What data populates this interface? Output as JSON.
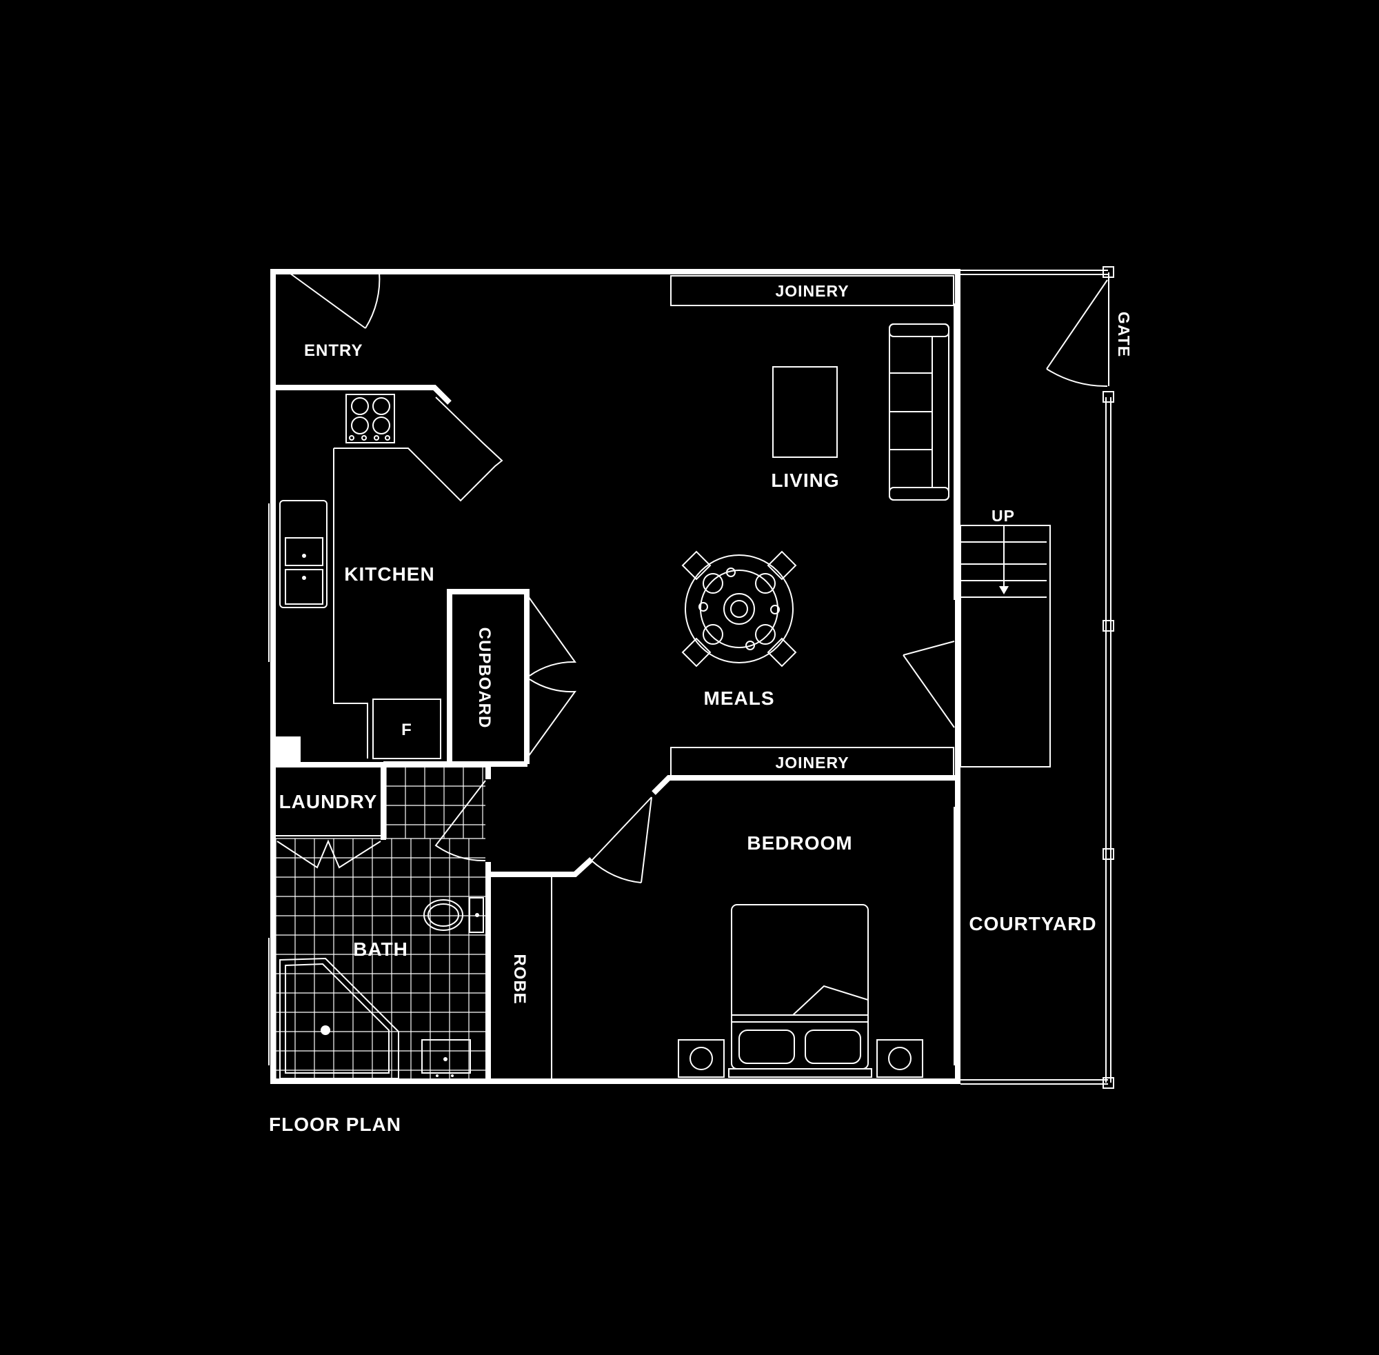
{
  "colors": {
    "background": "#000000",
    "lines": "#ffffff"
  },
  "caption": "FLOOR PLAN",
  "rooms": {
    "entry": "ENTRY",
    "joinery_top": "JOINERY",
    "living": "LIVING",
    "gate": "GATE",
    "kitchen": "KITCHEN",
    "cupboard": "CUPBOARD",
    "fridge": "F",
    "up": "UP",
    "meals": "MEALS",
    "joinery_mid": "JOINERY",
    "laundry": "LAUNDRY",
    "bedroom": "BEDROOM",
    "bath": "BATH",
    "robe": "ROBE",
    "courtyard": "COURTYARD"
  }
}
